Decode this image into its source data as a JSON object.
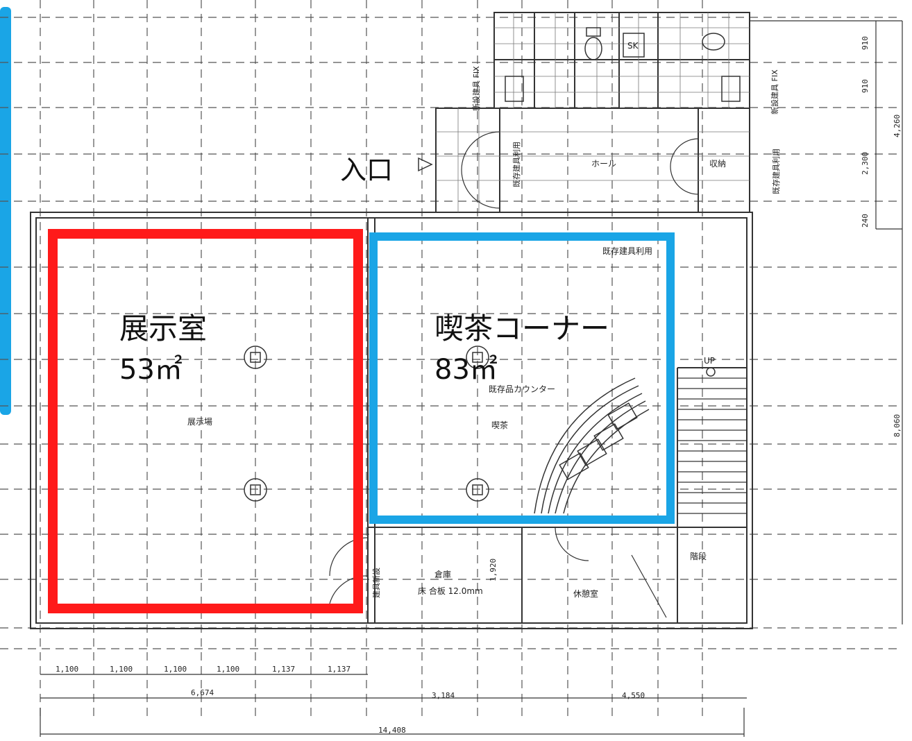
{
  "colors": {
    "exhibition_highlight": "#ff1a1a",
    "cafe_highlight": "#1aa5e6",
    "left_bar": "#1aa5e6",
    "line": "#333333"
  },
  "labels": {
    "entrance": "入口",
    "exhibition_name": "展示室",
    "exhibition_area": "53㎡",
    "cafe_name": "喫茶コーナー",
    "cafe_area": "83㎡",
    "exhibition_small": "展示場",
    "cafe_small": "喫茶",
    "counter": "既存品カウンター",
    "existing_fixture": "既存建具利用",
    "hall": "ホール",
    "storage": "収納",
    "storeroom": "倉庫",
    "floor_note": "床 合板 12.0mm",
    "lounge": "休憩室",
    "stairs": "階段",
    "up": "UP",
    "sk": "SK",
    "new_fixture_left": "新設建具 FIX",
    "new_fixture_right": "新設建具 FIX",
    "existing_fixture_vertical": "既存建具利用",
    "existing_fixture_right": "既存建具利用",
    "new_partition": "建具新設"
  },
  "dimensions": {
    "bottom_row1": [
      "1,100",
      "1,100",
      "1,100",
      "1,100",
      "1,137",
      "1,137"
    ],
    "bottom_row2": [
      "6,674",
      "3,184",
      "4,550"
    ],
    "total": "14,408",
    "right_small": [
      "910",
      "910",
      "2,300",
      "240"
    ],
    "right_big": [
      "4,260",
      "8,060"
    ],
    "storeroom_width": "1,920"
  }
}
